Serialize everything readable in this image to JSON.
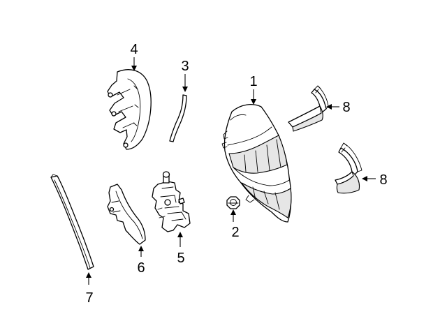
{
  "diagram": {
    "callouts": [
      {
        "id": "1",
        "label": "1"
      },
      {
        "id": "2",
        "label": "2"
      },
      {
        "id": "3",
        "label": "3"
      },
      {
        "id": "4",
        "label": "4"
      },
      {
        "id": "5",
        "label": "5"
      },
      {
        "id": "6",
        "label": "6"
      },
      {
        "id": "7",
        "label": "7"
      },
      {
        "id": "8a",
        "label": "8"
      },
      {
        "id": "8b",
        "label": "8"
      }
    ]
  }
}
